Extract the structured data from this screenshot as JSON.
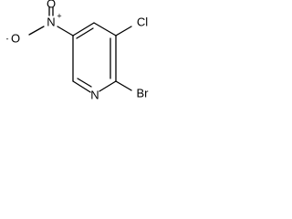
{
  "molecule": {
    "atoms": {
      "nitro_o_top": "O",
      "nitro_n": "N",
      "nitro_n_charge": "+",
      "nitro_o_left": "O",
      "nitro_o_left_charge": "-",
      "chlorine": "Cl",
      "bromine": "Br",
      "ring_n": "N"
    }
  }
}
